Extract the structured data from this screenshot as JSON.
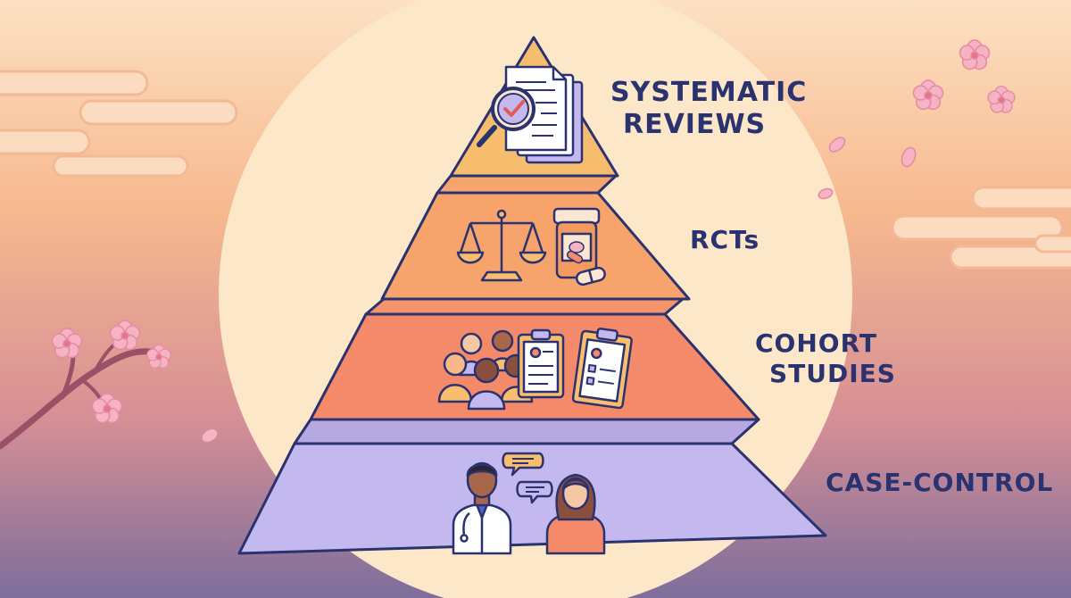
{
  "tiers": [
    {
      "id": "systematic-reviews",
      "label_lines": [
        "SYSTEMATIC",
        "REVIEWS"
      ],
      "color": "#f7bd6f",
      "icon": "document-magnifier-icon"
    },
    {
      "id": "rcts",
      "label_lines": [
        "RCTs"
      ],
      "color": "#f6a46c",
      "icon": "scales-and-pill-bottle-icon"
    },
    {
      "id": "cohort-studies",
      "label_lines": [
        "COHORT",
        "STUDIES"
      ],
      "color": "#f48a6a",
      "icon": "group-and-clipboards-icon"
    },
    {
      "id": "case-control",
      "label_lines": [
        "CASE-CONTROL"
      ],
      "color": "#c4b9ef",
      "icon": "doctor-patient-conversation-icon"
    }
  ],
  "colors": {
    "outline": "#2b3270",
    "label_text": "#2b3270",
    "background_top": "#fce1c2",
    "background_bottom": "#7d6e9c",
    "sun": "#fce8c8",
    "blossom": "#f6b3c4"
  }
}
